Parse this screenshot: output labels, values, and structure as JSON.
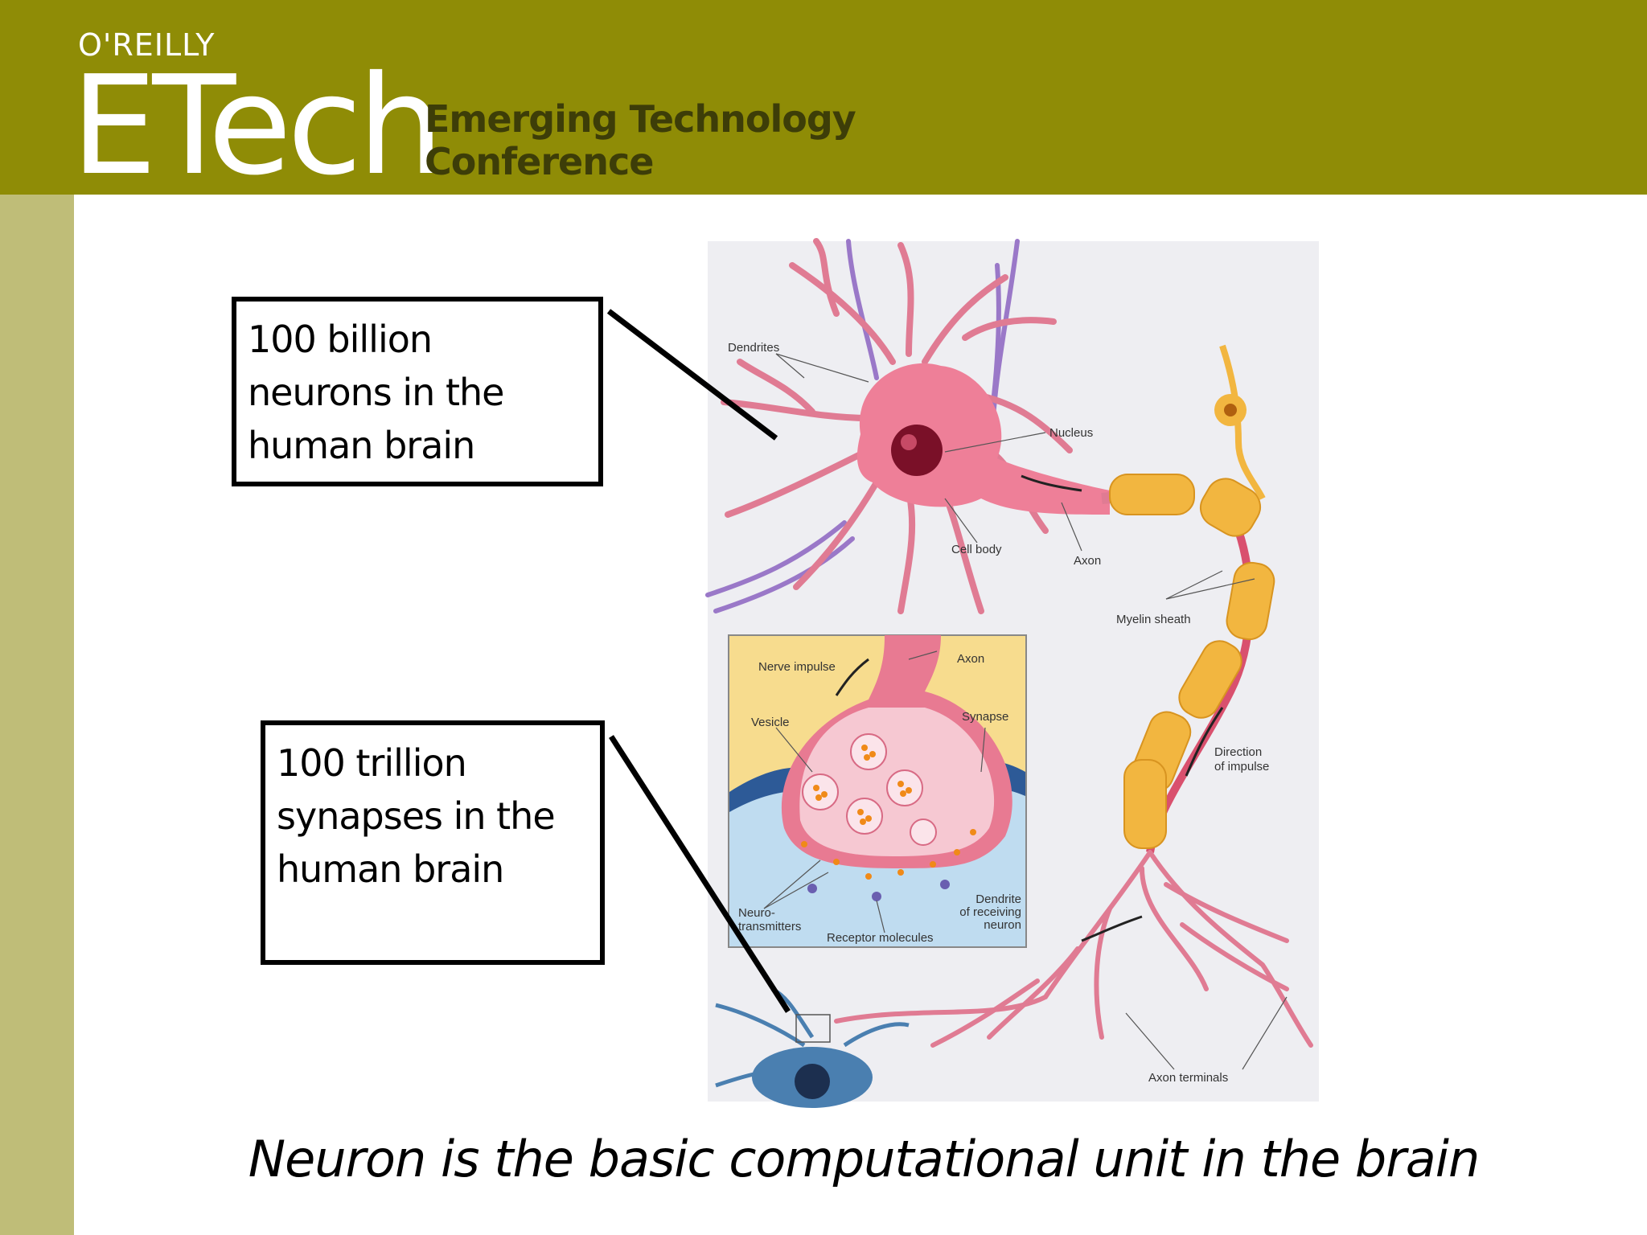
{
  "header": {
    "publisher": "O'REILLY",
    "event": "ETech",
    "tagline_line1": "Emerging Technology",
    "tagline_line2": "Conference"
  },
  "callouts": [
    {
      "lines": [
        "100 billion",
        "neurons in the",
        "human brain"
      ]
    },
    {
      "lines": [
        "100 trillion",
        "synapses in the",
        "human brain"
      ]
    }
  ],
  "diagram_labels": {
    "dendrites": "Dendrites",
    "nucleus": "Nucleus",
    "cell_body": "Cell body",
    "axon_top": "Axon",
    "myelin_sheath": "Myelin sheath",
    "direction_line1": "Direction",
    "direction_line2": "of impulse",
    "axon_terminals": "Axon terminals",
    "nerve_impulse": "Nerve impulse",
    "axon_inset": "Axon",
    "vesicle": "Vesicle",
    "synapse": "Synapse",
    "neuro_line1": "Neuro-",
    "neuro_line2": "transmitters",
    "receptor": "Receptor molecules",
    "dendrite_line1": "Dendrite",
    "dendrite_line2": "of receiving",
    "dendrite_line3": "neuron"
  },
  "caption": "Neuron is the basic computational unit in the brain",
  "colors": {
    "header": "#8f8c06",
    "sidebar": "#bfbd78",
    "neuron": "#e8728e",
    "myelin": "#f2b640",
    "receiving_neuron": "#4a7fb0"
  }
}
